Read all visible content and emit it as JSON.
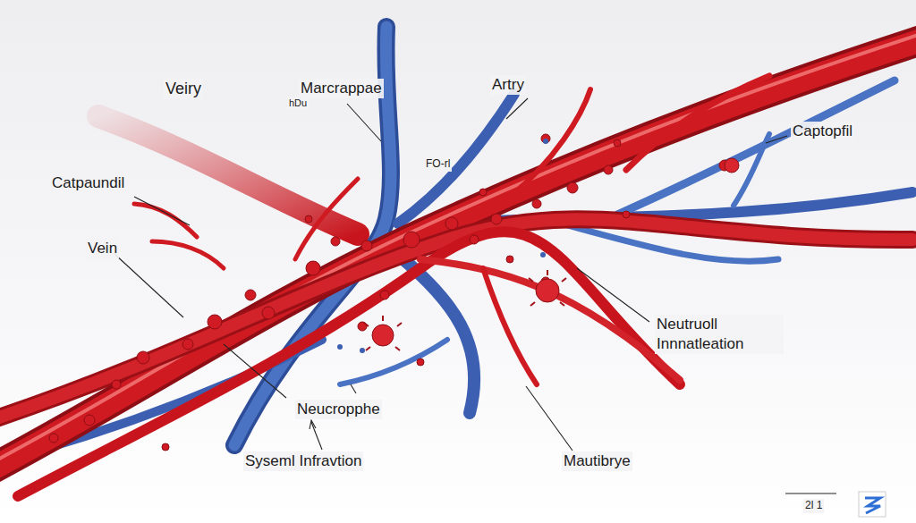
{
  "diagram": {
    "labels": [
      "Veiry",
      "Marcrappae",
      "hDu",
      "Artry",
      "Captopfil",
      "Catpaundil",
      "FO-rl",
      "Vein",
      "Neutruoll Innnatleation",
      "Neucropphe",
      "Syseml Infravtion",
      "Mautibrye",
      "2l 1"
    ]
  }
}
